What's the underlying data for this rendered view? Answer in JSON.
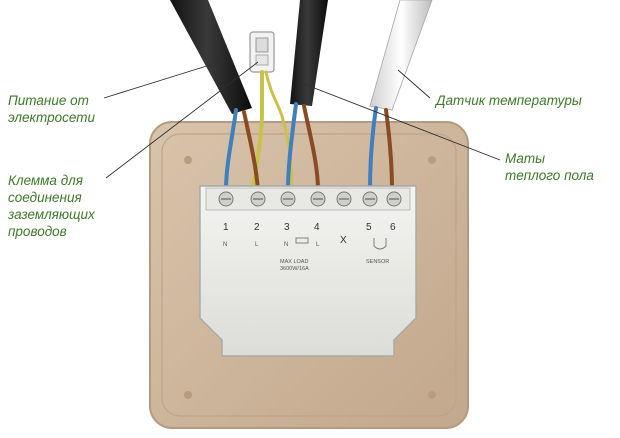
{
  "labels": {
    "power": "Питание от\nэлектросети",
    "ground": "Клемма для\nсоединения\nзаземляющих\nпроводов",
    "sensor": "Датчик температуры",
    "mats": "Маты\nтеплого пола"
  },
  "module": {
    "terminals": [
      "1",
      "2",
      "3",
      "4",
      "",
      "5",
      "6"
    ],
    "sub": [
      "N",
      "L",
      "N",
      "L",
      "X",
      "",
      ""
    ],
    "max_load": "MAX LOAD",
    "rating": "3600W/16A",
    "sensor": "SENSOR"
  },
  "colors": {
    "label": "#3d7a2a",
    "plate": "#cdb49a",
    "blue_wire": "#3f7fc0",
    "brown_wire": "#8a4b22",
    "yellow_green_wire": "#c9c24a"
  }
}
